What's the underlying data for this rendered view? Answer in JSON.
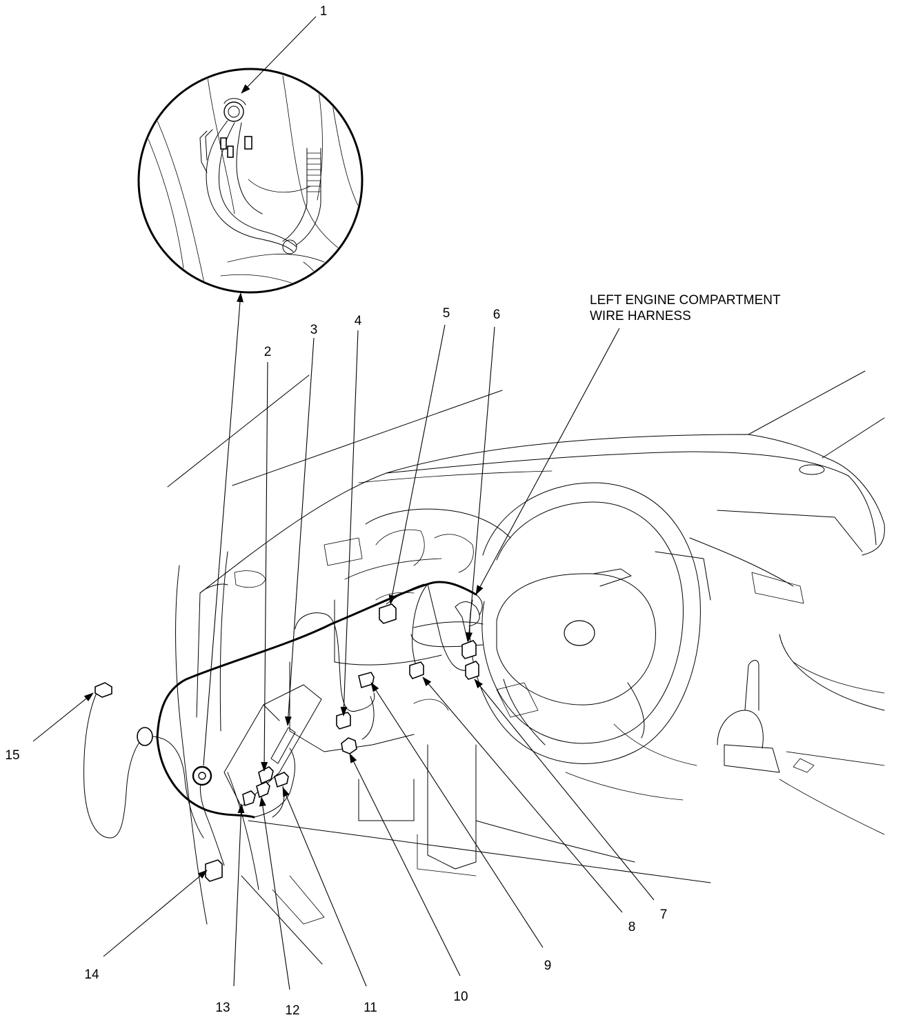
{
  "callouts": [
    {
      "num": "1"
    },
    {
      "num": "2"
    },
    {
      "num": "3"
    },
    {
      "num": "4"
    },
    {
      "num": "5"
    },
    {
      "num": "6"
    },
    {
      "num": "7"
    },
    {
      "num": "8"
    },
    {
      "num": "9"
    },
    {
      "num": "10"
    },
    {
      "num": "11"
    },
    {
      "num": "12"
    },
    {
      "num": "13"
    },
    {
      "num": "14"
    },
    {
      "num": "15"
    }
  ],
  "harness_label": {
    "line1": "LEFT ENGINE COMPARTMENT",
    "line2": "WIRE HARNESS"
  }
}
